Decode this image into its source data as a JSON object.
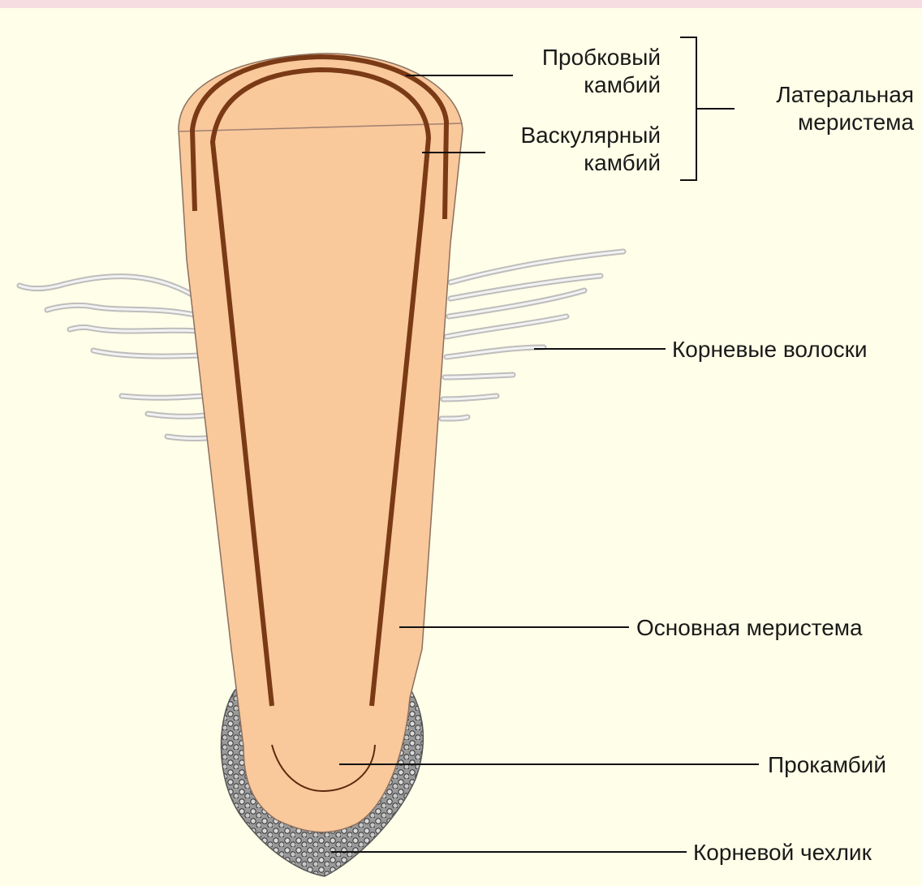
{
  "labels": {
    "cork_cambium": [
      "Пробковый",
      "камбий"
    ],
    "vascular_cambium": [
      "Васкулярный",
      "камбий"
    ],
    "lateral_meristem": [
      "Латеральная",
      "меристема"
    ],
    "root_hairs": "Корневые волоски",
    "ground_meristem": "Основная меристема",
    "procambium": "Прокамбий",
    "root_cap": "Корневой чехлик"
  },
  "colors": {
    "background": "#FFFEE8",
    "top_band": "#F6DDE2",
    "root_body": "#F9C89B",
    "cambium_strand": "#7A3A16",
    "root_hair": "#D8D8D8",
    "root_cap": "#8A8A8A",
    "leader_line": "#111111"
  }
}
